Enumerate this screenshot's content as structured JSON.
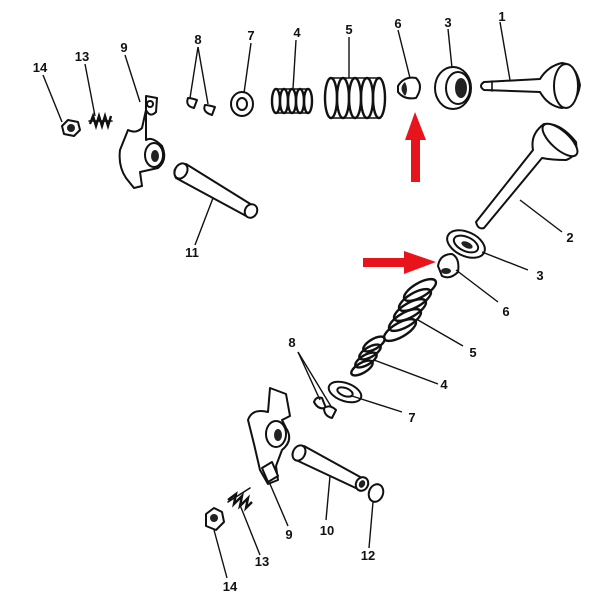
{
  "diagram": {
    "labels": {
      "top_1": "1",
      "top_3": "3",
      "top_6": "6",
      "top_5": "5",
      "top_4": "4",
      "top_7": "7",
      "top_8": "8",
      "top_9": "9",
      "top_13": "13",
      "top_14": "14",
      "top_11": "11",
      "bot_2": "2",
      "bot_3": "3",
      "bot_6": "6",
      "bot_5": "5",
      "bot_4": "4",
      "bot_7": "7",
      "bot_8": "8",
      "bot_9": "9",
      "bot_10": "10",
      "bot_12": "12",
      "bot_13": "13",
      "bot_14": "14"
    },
    "highlight_color": "#e8141c",
    "line_color": "#111111"
  }
}
